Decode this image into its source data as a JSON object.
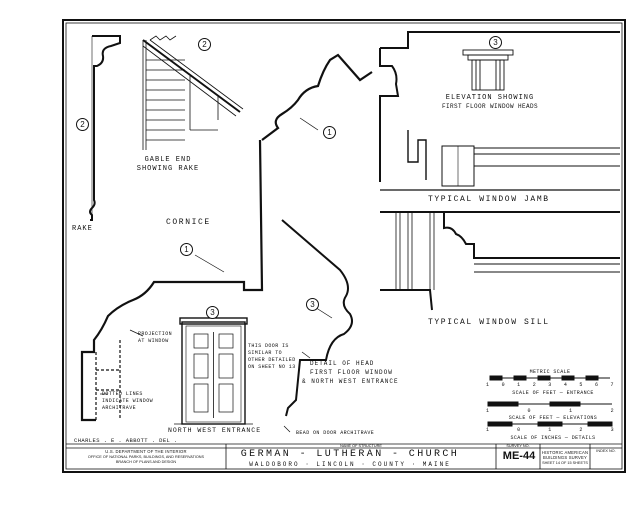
{
  "labels": {
    "rake": "RAKE",
    "gable_end_1": "GABLE END",
    "gable_end_2": "SHOWING RAKE",
    "cornice": "CORNICE",
    "elevation_1": "ELEVATION SHOWING",
    "elevation_2": "FIRST FLOOR WINDOW HEADS",
    "typical_window_jamb": "TYPICAL WINDOW JAMB",
    "typical_window_sill": "TYPICAL WINDOW SILL",
    "projection_1": "PROJECTION",
    "projection_2": "AT WINDOW",
    "dotted_1": "DOTTED LINES",
    "dotted_2": "INDICATE WINDOW",
    "dotted_3": "ARCHITRAVE",
    "door_note_1": "THIS DOOR IS",
    "door_note_2": "SIMILAR TO",
    "door_note_3": "OTHER DETAILED",
    "door_note_4": "ON SHEET NO 13",
    "head_detail_1": "DETAIL OF HEAD",
    "head_detail_2": "FIRST FLOOR WINDOW",
    "head_detail_3": "& NORTH WEST ENTRANCE",
    "north_west_entrance": "NORTH WEST ENTRANCE",
    "bead": "BEAD ON DOOR ARCHITRAVE",
    "delineator": "CHARLES . E . ABBOTT . DEL ."
  },
  "callouts": {
    "rake_num": "2",
    "gable_num": "2",
    "cornice_num": "1",
    "cornice_profile_num": "1",
    "elevation_num": "3",
    "door_num": "3",
    "head_num": "3"
  },
  "scales": {
    "metric_title": "METRIC SCALE",
    "metric_ticks": [
      "1",
      "0",
      "1",
      "2",
      "3",
      "4",
      "5",
      "6",
      "7"
    ],
    "entrance_title": "SCALE OF FEET — ENTRANCE",
    "entrance_ticks": [
      "1",
      "0",
      "1",
      "2"
    ],
    "elevation_title": "SCALE OF FEET — ELEVATIONS",
    "elevation_ticks": [
      "1",
      "0",
      "1",
      "2",
      "3"
    ],
    "inches_title": "SCALE OF INCHES — DETAILS"
  },
  "title_block": {
    "agency_1": "U.S. DEPARTMENT OF THE INTERIOR",
    "agency_2": "OFFICE OF NATIONAL PARKS, BUILDINGS, AND RESERVATIONS",
    "agency_3": "BRANCH OF PLANS AND DESIGN",
    "structure_caption": "NAME OF STRUCTURE",
    "structure_name": "GERMAN - LUTHERAN - CHURCH",
    "location": "WALDOBORO · LINCOLN · COUNTY · MAINE",
    "survey_caption": "SURVEY NO.",
    "survey_no": "ME-44",
    "program_1": "HISTORIC AMERICAN",
    "program_2": "BUILDINGS SURVEY",
    "sheet_info": "SHEET 14 OF 15 SHEETS",
    "index_caption": "INDEX NO."
  }
}
